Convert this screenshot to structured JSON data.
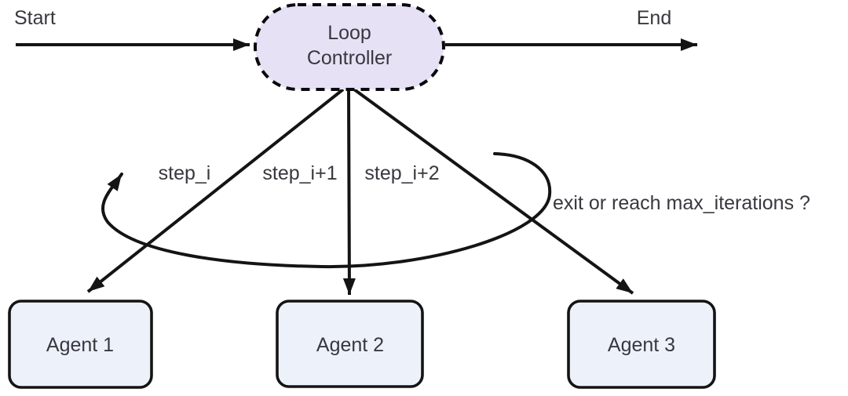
{
  "diagram": {
    "title_none": "",
    "background_color": "#ffffff",
    "line_color": "#141414",
    "text_color": "#38383f",
    "start_label": "Start",
    "end_label": "End",
    "loop_controller": {
      "line1": "Loop",
      "line2": "Controller",
      "fill": "#e7e1f6"
    },
    "edges": {
      "step_1_label": "step_i",
      "step_2_label": "step_i+1",
      "step_3_label": "step_i+2",
      "loop_back_label": "exit or reach max_iterations ?"
    },
    "agent_fill": "#edf2fa",
    "agents": [
      {
        "label": "Agent 1"
      },
      {
        "label": "Agent 2"
      },
      {
        "label": "Agent 3"
      }
    ]
  }
}
